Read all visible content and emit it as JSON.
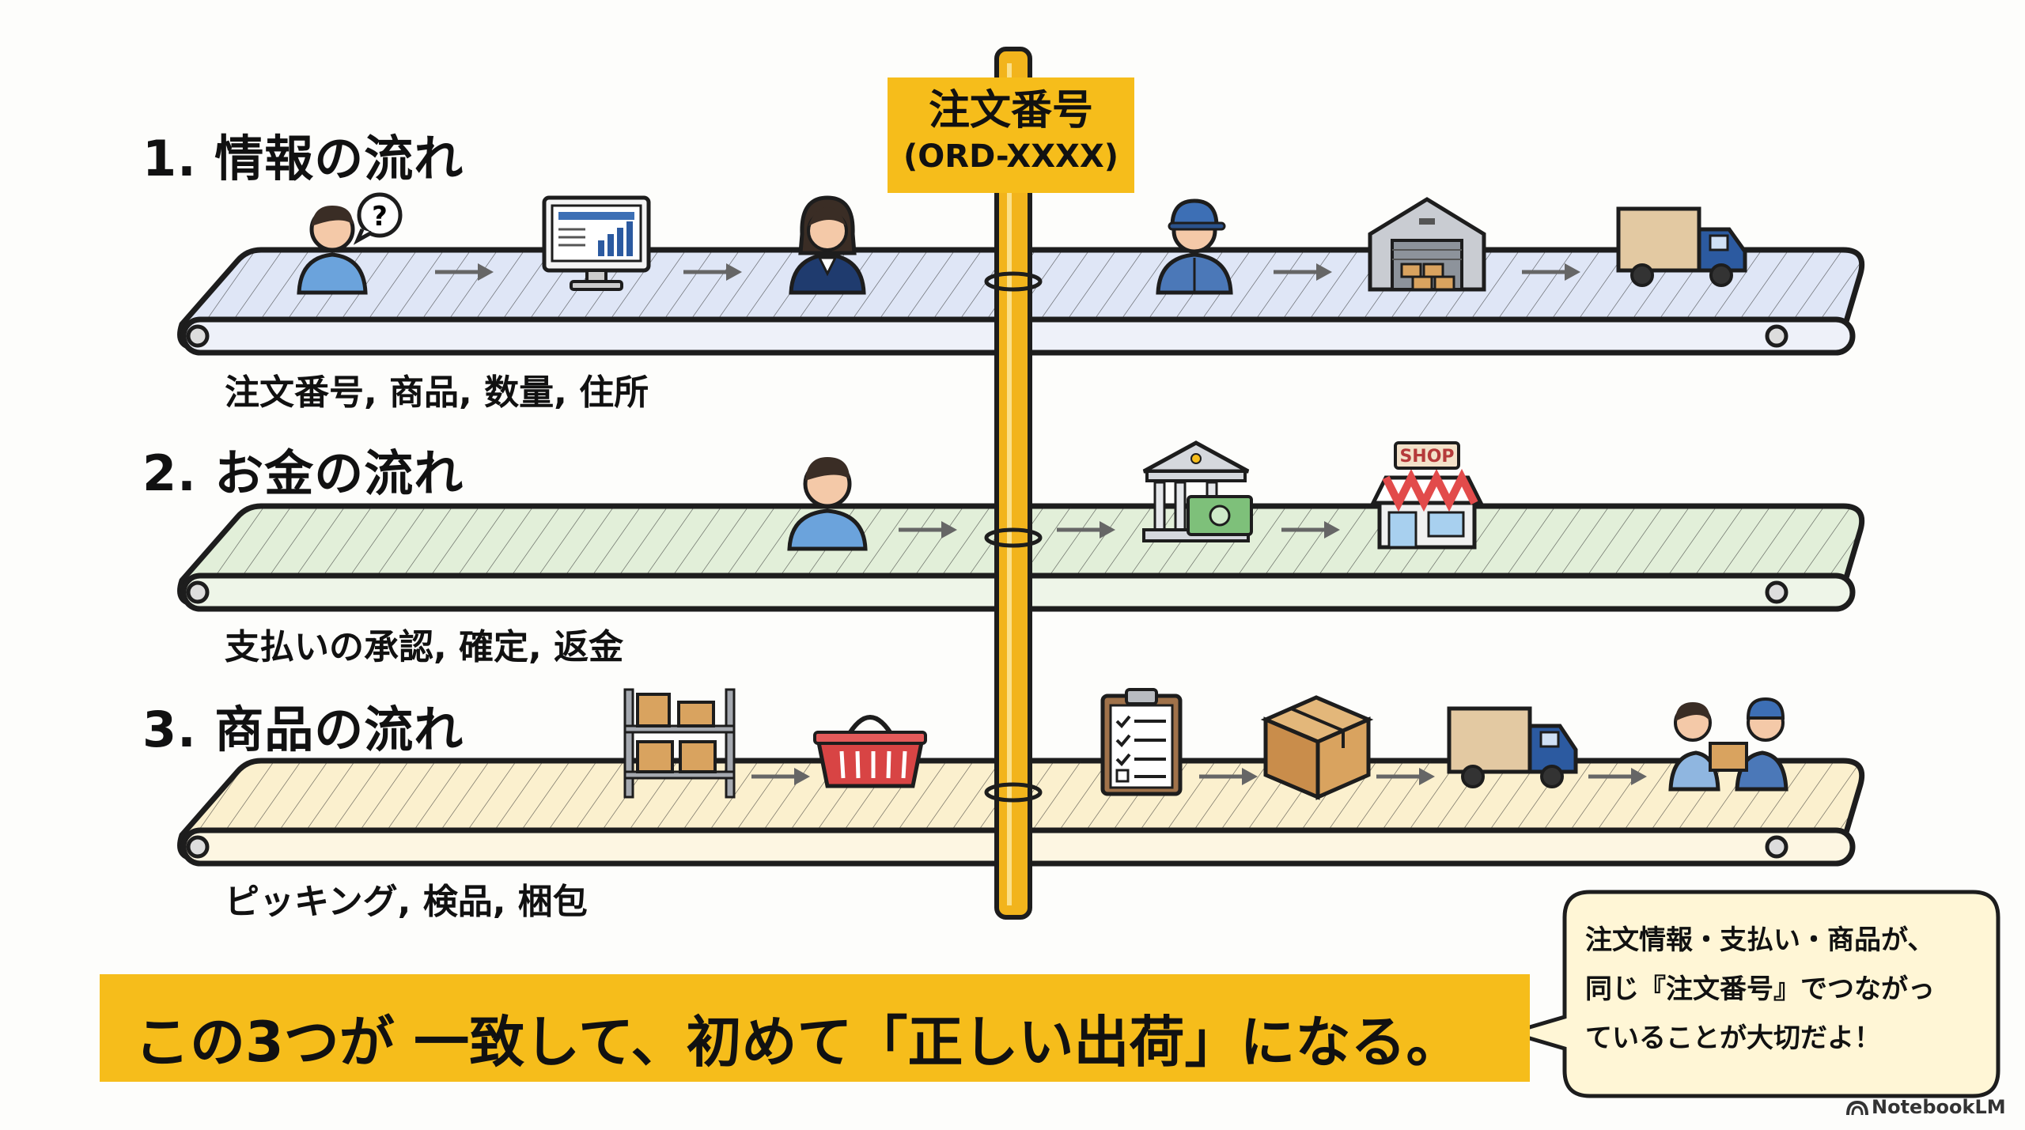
{
  "pole_sign": {
    "line1": "注文番号",
    "line2": "(ORD-XXXX)"
  },
  "flows": [
    {
      "title": "1. 情報の流れ",
      "caption": "注文番号, 商品, 数量, 住所",
      "color": "#dfe6f6"
    },
    {
      "title": "2. お金の流れ",
      "caption": "支払いの承認, 確定, 返金",
      "color": "#e2efd9"
    },
    {
      "title": "3. 商品の流れ",
      "caption": "ピッキング, 検品, 梱包",
      "color": "#fbf0ce"
    }
  ],
  "icons": {
    "shop_sign": "SHOP"
  },
  "banner": {
    "text": "この3つが 一致して、初めて「正しい出荷」になる。"
  },
  "bubble": {
    "line1": "注文情報・支払い・商品が、",
    "line2": "同じ『注文番号』でつながっ",
    "line3": "ていることが大切だよ！"
  },
  "footer": {
    "brand": "NotebookLM"
  },
  "colors": {
    "accent": "#f6bd1b",
    "pole": "#f2b41c",
    "arrow": "#666666"
  }
}
